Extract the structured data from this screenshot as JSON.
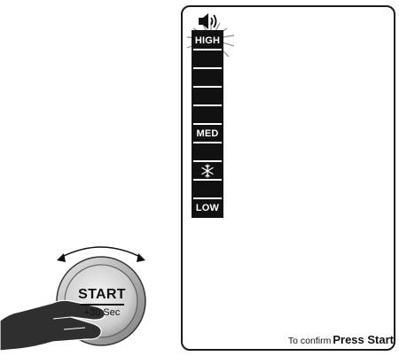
{
  "volume": {
    "icon": "speaker-icon",
    "levels": [
      {
        "label": "HIGH"
      },
      {
        "label": ""
      },
      {
        "label": ""
      },
      {
        "label": ""
      },
      {
        "label": ""
      },
      {
        "label": "MED"
      },
      {
        "label": ""
      },
      {
        "label": ""
      },
      {
        "label": ""
      },
      {
        "label": "LOW"
      }
    ],
    "snowflake_icon": "snowflake-icon",
    "selected": "HIGH"
  },
  "footer": {
    "prefix": "To confirm",
    "action": "Press Start"
  },
  "knob": {
    "start_label": "START",
    "plus_label": "+30 Sec"
  }
}
